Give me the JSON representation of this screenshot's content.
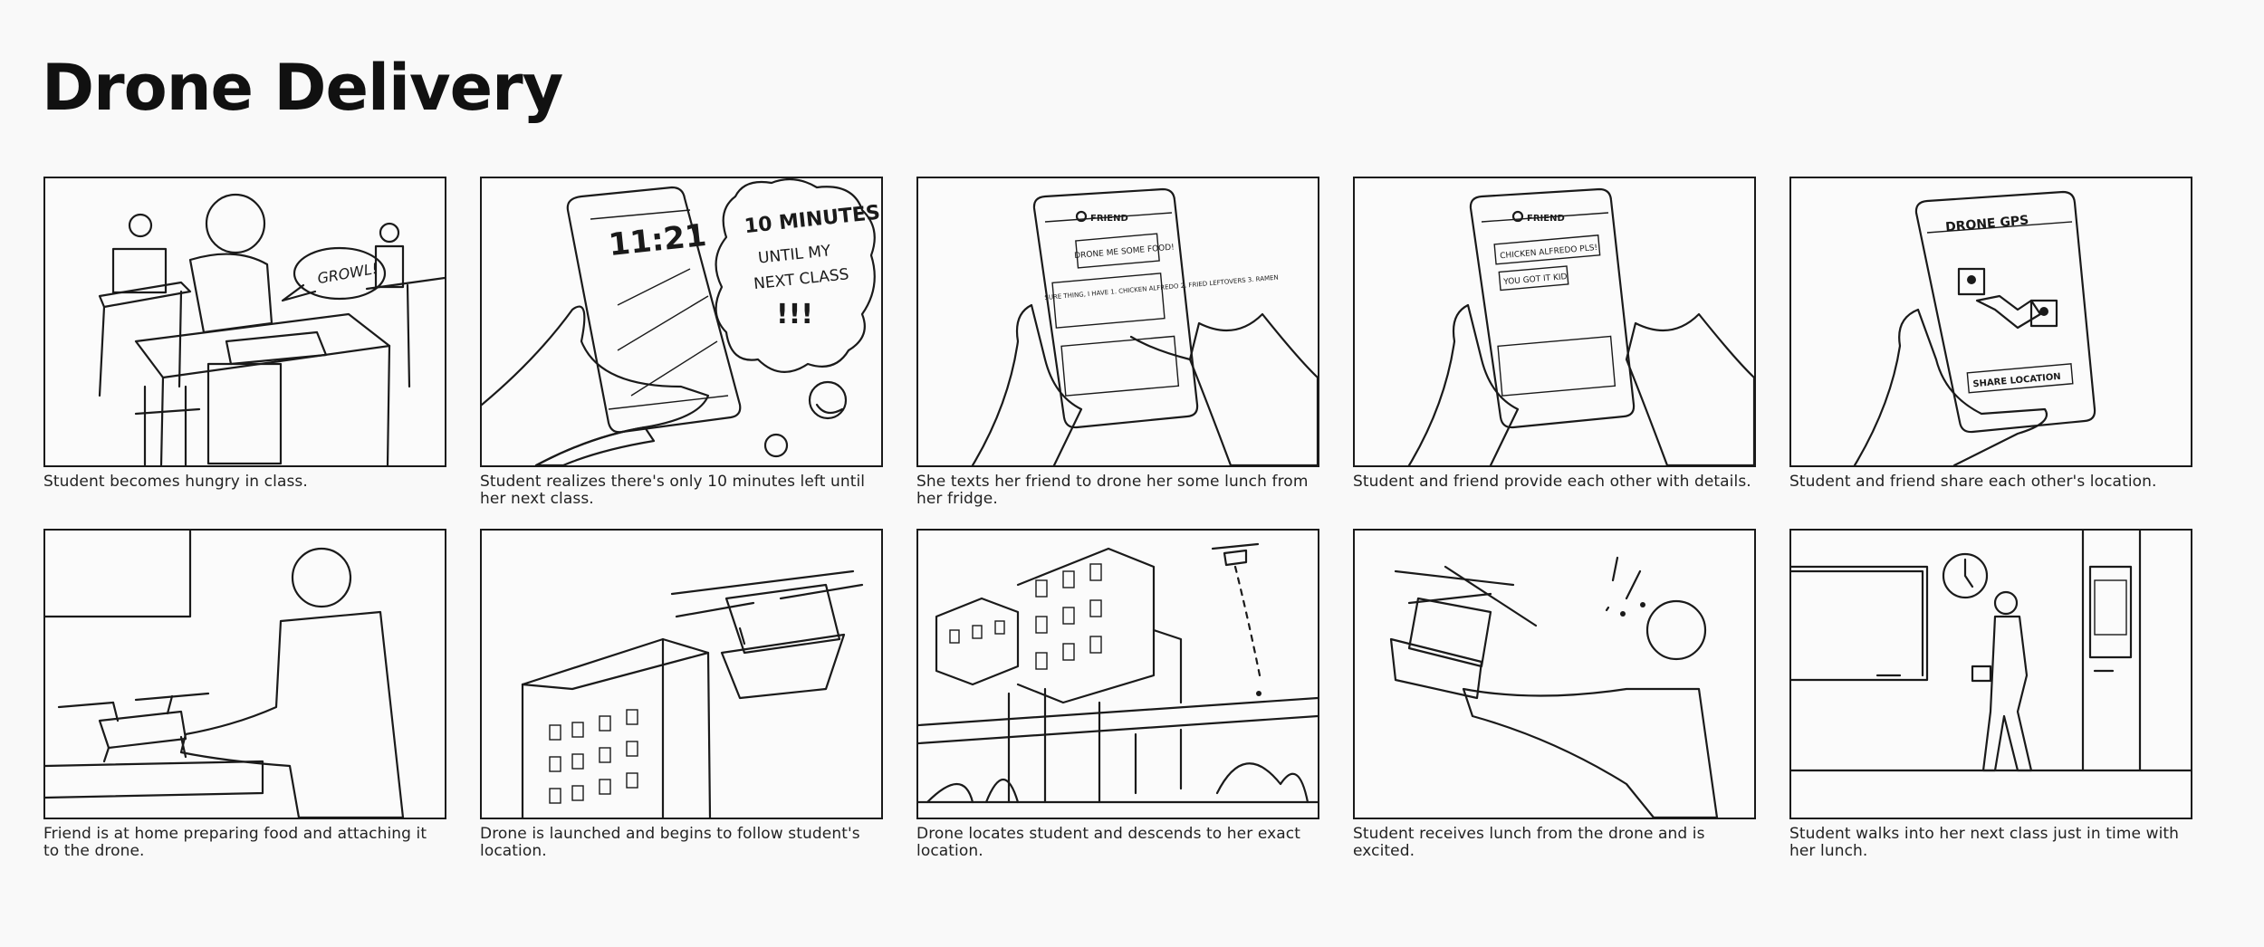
{
  "title": "Drone Delivery",
  "panels": [
    {
      "caption": "Student becomes hungry in class.",
      "bubble": "GROWL!"
    },
    {
      "caption": "Student realizes there's only 10 minutes left until her next class.",
      "time": "11:21",
      "thought": [
        "10 MINUTES",
        "UNTIL MY",
        "NEXT CLASS",
        "!!!"
      ]
    },
    {
      "caption": "She texts her friend to drone her some lunch from her fridge.",
      "contact": "FRIEND",
      "msg1": "DRONE ME SOME FOOD!",
      "msg2": "SURE THING, I HAVE 1. CHICKEN ALFREDO 2. FRIED LEFTOVERS 3. RAMEN"
    },
    {
      "caption": "Student and friend provide each other with details.",
      "contact": "FRIEND",
      "msg1": "CHICKEN ALFREDO PLS!",
      "msg2": "YOU GOT IT KID"
    },
    {
      "caption": "Student and friend share each other's location.",
      "app_title": "DRONE GPS",
      "button": "SHARE LOCATION"
    },
    {
      "caption": "Friend is at home preparing food and attaching it to the drone."
    },
    {
      "caption": "Drone is launched and begins to follow student's location."
    },
    {
      "caption": "Drone locates student and descends to her exact location."
    },
    {
      "caption": "Student receives lunch from the drone and is excited."
    },
    {
      "caption": "Student walks into her next class just in time with her lunch."
    }
  ],
  "colors": {
    "ink": "#1a1a1a",
    "paper": "#f9f9f9"
  },
  "icons": [
    "clock-icon",
    "drone-icon",
    "location-pin-icon"
  ]
}
